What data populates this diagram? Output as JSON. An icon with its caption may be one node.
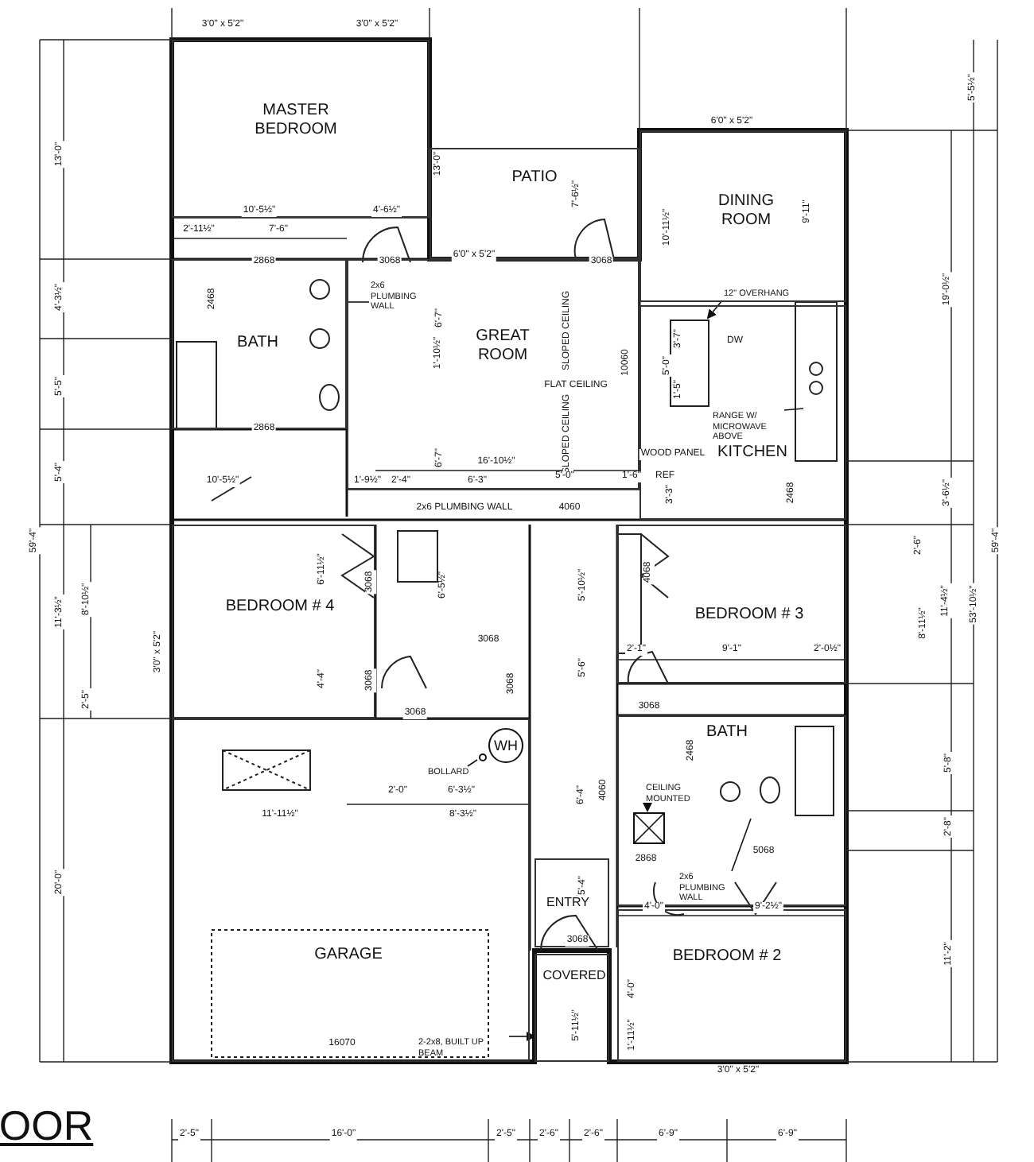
{
  "diagram": {
    "nodes": [
      {
        "text": [
          "MASTER BEDROOM"
        ]
      },
      {
        "text": [
          "PATIO"
        ]
      },
      {
        "text": [
          "DINING ROOM"
        ]
      },
      {
        "text": [
          "BATH"
        ]
      },
      {
        "text": [
          "GREAT ROOM"
        ]
      },
      {
        "text": [
          "KITCHEN"
        ]
      },
      {
        "text": [
          "BEDROOM # 4"
        ]
      },
      {
        "text": [
          "BEDROOM # 3"
        ]
      },
      {
        "text": [
          "BATH"
        ]
      },
      {
        "text": [
          "GARAGE"
        ]
      },
      {
        "text": [
          "ENTRY"
        ]
      },
      {
        "text": [
          "COVERED"
        ]
      },
      {
        "text": [
          "BEDROOM # 2"
        ]
      },
      {
        "text": [
          "WH"
        ],
        "in": 9
      },
      {
        "text": [],
        "shape": "circle",
        "in": 9
      },
      {
        "text": [
          "BOLLARD"
        ],
        "in": 9
      },
      {
        "text": [
          "RANGE W/ MICROWAVE ABOVE"
        ],
        "in": 5
      },
      {
        "text": [
          "12\" OVERHANG"
        ],
        "in": 2
      },
      {
        "text": [
          "CEILING MOUNTED"
        ],
        "in": 8
      },
      {
        "text": [],
        "shape": "box",
        "in": 8
      },
      {
        "text": [
          "2x6 PLUMBING WALL"
        ],
        "in": 8
      },
      {
        "text": [
          "2-2x8, BUILT UP BEAM"
        ],
        "in": 9
      },
      {
        "text": [
          "2x6 PLUMBING WALL"
        ],
        "in": 4
      },
      {
        "text": [],
        "shape": "box",
        "in": 5
      }
    ],
    "edges": [
      {
        "from": 15,
        "to": 14,
        "arrow": "none"
      },
      {
        "from": 16,
        "to": null,
        "arrow": "none"
      },
      {
        "from": 17,
        "to": 23,
        "arrow": "to"
      },
      {
        "from": 18,
        "to": 19,
        "arrow": "to"
      },
      {
        "from": 20,
        "to": null,
        "arrow": "none"
      },
      {
        "from": 21,
        "to": 11,
        "arrow": "to"
      },
      {
        "from": 22,
        "to": 3,
        "arrow": "none"
      }
    ],
    "labels": [
      "3'0\" x 5'2\"",
      "3'0\" x 5'2\"",
      "5'-5½\"",
      "6'0\" x 5'2\"",
      "13'-0\"",
      "13'-0\"",
      "7'-6½\"",
      "10'-5½\"",
      "4'-6½\"",
      "9'-11\"",
      "10'-11½\"",
      "2'-11½\"",
      "7'-6\"",
      "6'0\" x 5'2\"",
      "2868",
      "3068",
      "3068",
      "4'-3½\"",
      "2468",
      "19'-0½\"",
      "6'-7\"",
      "SLOPED CEILING",
      "3'-7\"",
      "DW",
      "1'-10½\"",
      "10060",
      "5'-0\"",
      "5'-5\"",
      "FLAT CEILING",
      "1'-5\"",
      "2868",
      "SLOPED CEILING",
      "6'-7\"",
      "16'-10½\"",
      "WOOD PANEL",
      "5'-4\"",
      "10'-5½\"",
      "1'-9½\"",
      "2'-4\"",
      "6'-3\"",
      "5'-0\"",
      "1'-6\"",
      "REF",
      "3'-3\"",
      "2468",
      "3'-6½\"",
      "2x6 PLUMBING WALL",
      "4060",
      "59'-4\"",
      "2'-6\"",
      "59'-4\"",
      "6'-11½\"",
      "3068",
      "6'-5½\"",
      "5'-10½\"",
      "4068",
      "11'-3½\"",
      "8'-10½\"",
      "8'-11½\"",
      "11'-4½\"",
      "53'-10½\"",
      "3'0\" x 5'2\"",
      "3068",
      "2'-1\"",
      "9'-1\"",
      "2'-0½\"",
      "4'-4\"",
      "3068",
      "3068",
      "5'-6\"",
      "2'-5\"",
      "3068",
      "3068",
      "2468",
      "5'-8\"",
      "2'-0\"",
      "6'-3½\"",
      "6'-4\"",
      "4060",
      "11'-11½\"",
      "8'-3½\"",
      "2'-8\"",
      "2868",
      "5068",
      "20'-0\"",
      "5'-4\"",
      "4'-0\"",
      "9'-2½\"",
      "3068",
      "11'-2\"",
      "4'-0\"",
      "16070",
      "5'-11½\"",
      "1'-11½\"",
      "3'0\" x 5'2\"",
      "OOR",
      "2'-5\"",
      "16'-0\"",
      "2'-5\"",
      "2'-6\"",
      "2'-6\"",
      "6'-9\"",
      "6'-9\""
    ]
  }
}
